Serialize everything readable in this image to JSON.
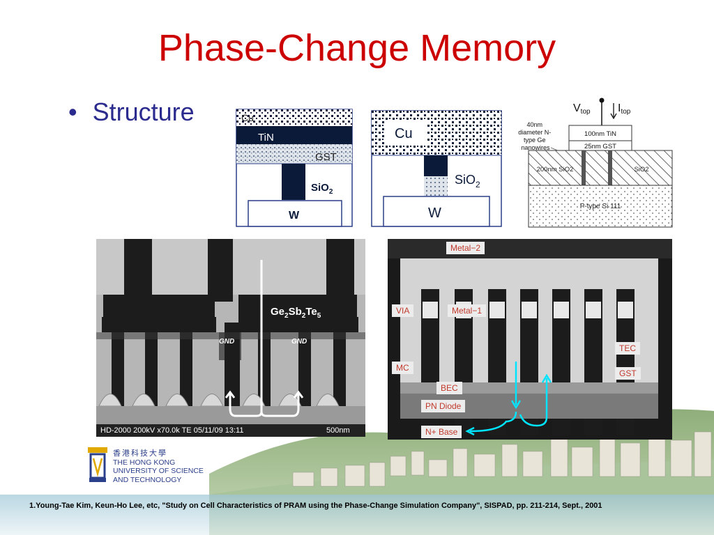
{
  "slide": {
    "title": "Phase-Change Memory",
    "bullet": "Structure",
    "footnote": "1.Young-Tae Kim, Keun-Ho Lee, etc, \"Study on Cell Characteristics of PRAM using the Phase-Change Simulation Company\", SISPAD, pp. 211-214, Sept., 2001"
  },
  "diagram1": {
    "cu": "Cu",
    "tin": "TiN",
    "gst": "GST",
    "sio2": "SiO",
    "sio2_sub": "2",
    "w": "W"
  },
  "diagram2": {
    "cu": "Cu",
    "sio2": "SiO",
    "sio2_sub": "2",
    "w": "W"
  },
  "diagram3": {
    "vtop": "V",
    "vtop_sub": "top",
    "itop": "I",
    "itop_sub": "top",
    "label_nanowire": [
      "40nm",
      "diameter N-",
      "type Ge",
      "nanowires"
    ],
    "tin": "100nm TiN",
    "gst": "25nm GST",
    "sio2_left": "200nm SiO2",
    "sio2_right": "SiO2",
    "substrate": "P-type Si 111"
  },
  "micro1": {
    "material": "Ge",
    "sub1": "2",
    "mid1": "Sb",
    "sub2": "2",
    "mid2": "Te",
    "sub3": "5",
    "gnd1": "GND",
    "gnd2": "GND",
    "caption": "HD-2000  200kV  x70.0k  TE  05/11/09  13:11",
    "scale": "500nm"
  },
  "micro2": {
    "metal2": "Metal−2",
    "via": "VIA",
    "metal1": "Metal−1",
    "tec": "TEC",
    "mc": "MC",
    "gst": "GST",
    "bec": "BEC",
    "pn": "PN Diode",
    "nbase": "N+ Base"
  },
  "logo": {
    "cn": "香港科技大學",
    "line1": "THE HONG KONG",
    "line2": "UNIVERSITY OF SCIENCE",
    "line3": "AND TECHNOLOGY"
  },
  "colors": {
    "title": "#cc0000",
    "bullet": "#2b2b8f",
    "logo": "#2c3f8a",
    "arrow": "#00e5ff"
  }
}
